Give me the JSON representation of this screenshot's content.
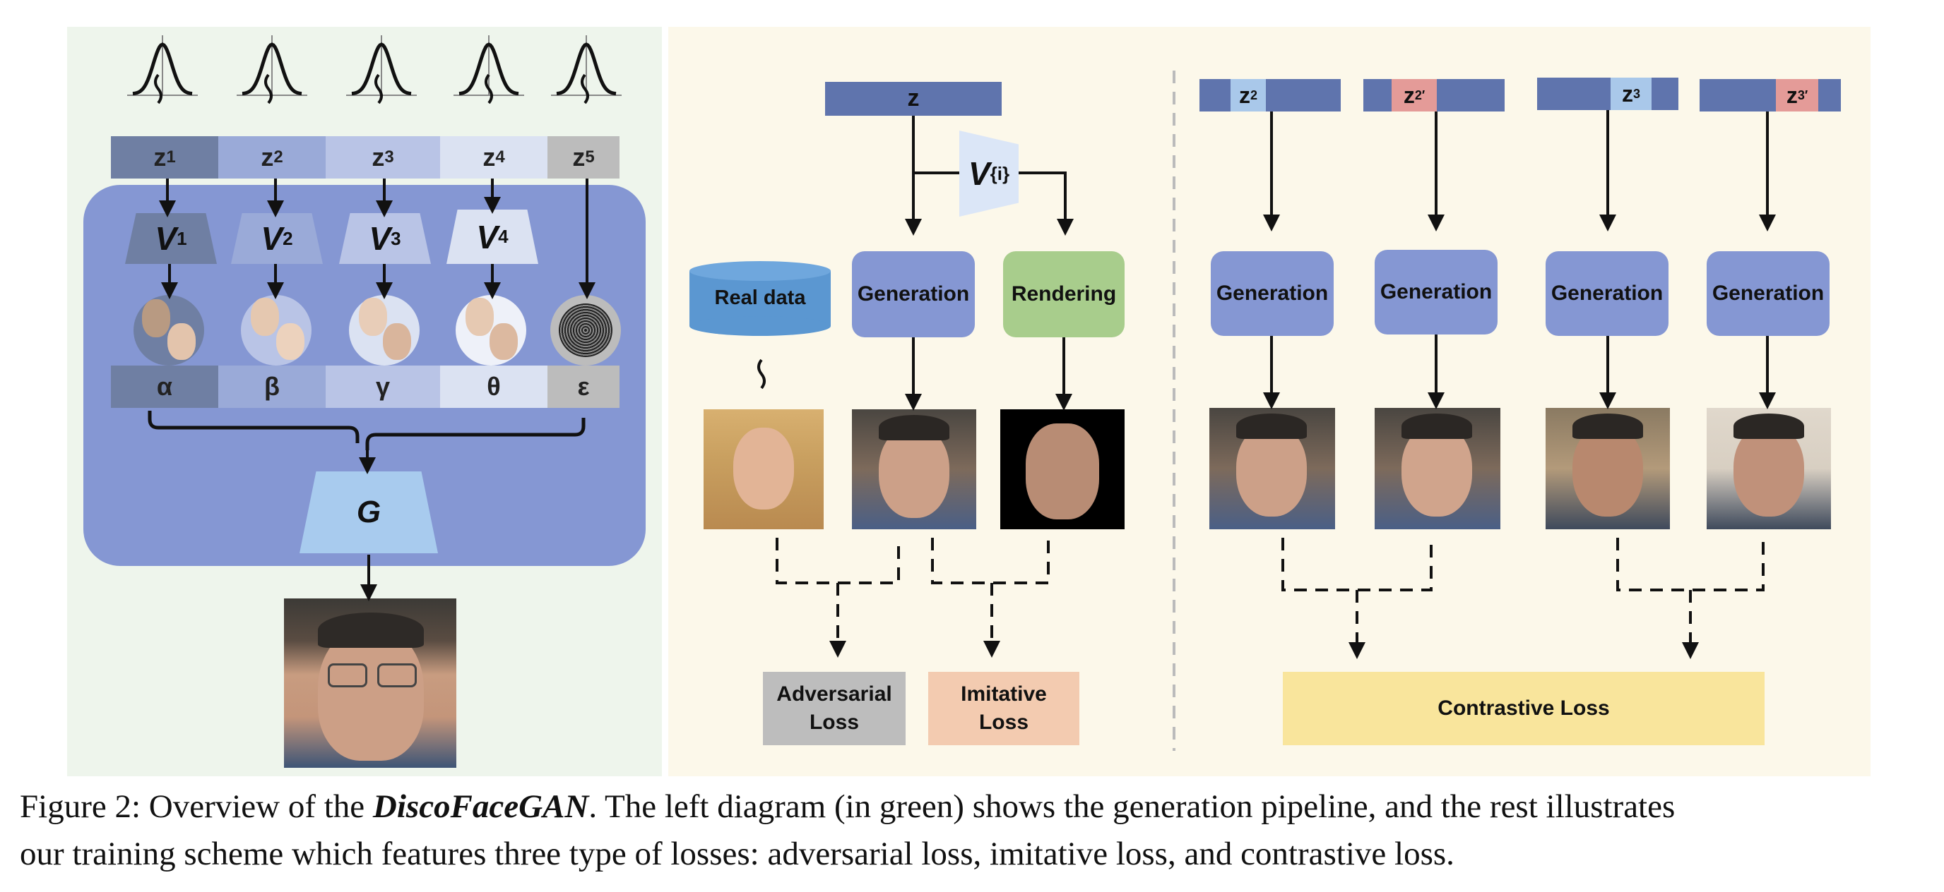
{
  "left": {
    "z_labels": [
      "z",
      "z",
      "z",
      "z",
      "z"
    ],
    "z_subs": [
      "1",
      "2",
      "3",
      "4",
      "5"
    ],
    "v_labels": [
      "V",
      "V",
      "V",
      "V"
    ],
    "v_subs": [
      "1",
      "2",
      "3",
      "4"
    ],
    "params": [
      "α",
      "β",
      "γ",
      "θ",
      "ε"
    ],
    "g_label": "G",
    "tilde": "~"
  },
  "middle": {
    "z_label": "z",
    "v_label": "V",
    "v_sub": "{i}",
    "real_data": "Real data",
    "tilde": "~",
    "generation": "Generation",
    "rendering": "Rendering",
    "adversarial_loss_line1": "Adversarial",
    "adversarial_loss_line2": "Loss",
    "imitative_loss_line1": "Imitative",
    "imitative_loss_line2": "Loss"
  },
  "right": {
    "z_bars": [
      {
        "label": "z",
        "sub": "2"
      },
      {
        "label": "z",
        "sub": "2′"
      },
      {
        "label": "z",
        "sub": "3"
      },
      {
        "label": "z",
        "sub": "3′"
      }
    ],
    "generation": [
      "Generation",
      "Generation",
      "Generation",
      "Generation"
    ],
    "contrastive_loss": "Contrastive Loss"
  },
  "caption": {
    "prefix": "Figure 2: Overview of the ",
    "name": "DiscoFaceGAN",
    "text1": ". The left diagram (in green) shows the generation pipeline, and the rest illustrates",
    "text2": "our training scheme which features three type of losses: adversarial loss, imitative loss, and contrastive loss."
  },
  "colors": {
    "left_panel_bg": "#eef5ec",
    "right_panel_bg": "#fcf8ea",
    "pipeline_blue": "#8597d3",
    "z_bar": "#5f74ad",
    "z_highlight_blue": "#a9c8ea",
    "z_highlight_red": "#e49b98",
    "rendering_green": "#a8cd8c",
    "real_data_blue": "#5b97d1",
    "adversarial_gray": "#bdbdbd",
    "imitative_peach": "#f3cbb0",
    "contrastive_yellow": "#f9e59c"
  }
}
